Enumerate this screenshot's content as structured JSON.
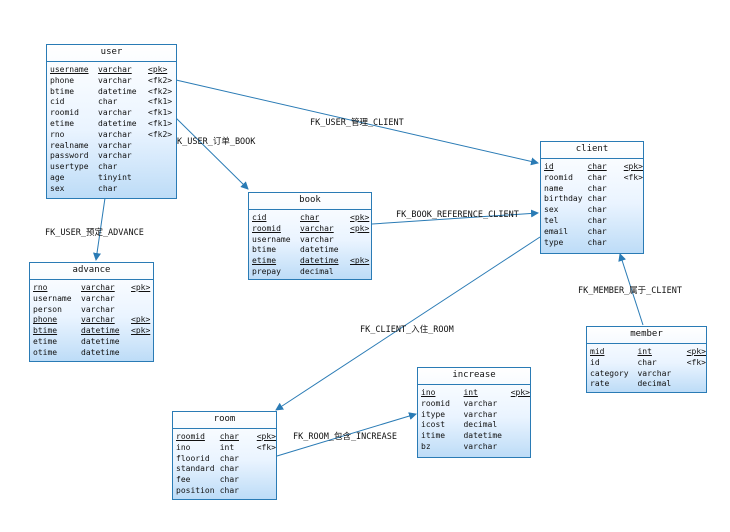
{
  "entities": {
    "user": {
      "title": "user",
      "rows": [
        {
          "name": "username",
          "type": "varchar",
          "key": "<pk>",
          "u": true
        },
        {
          "name": "phone",
          "type": "varchar",
          "key": "<fk2>"
        },
        {
          "name": "btime",
          "type": "datetime",
          "key": "<fk2>"
        },
        {
          "name": "cid",
          "type": "char",
          "key": "<fk1>"
        },
        {
          "name": "roomid",
          "type": "varchar",
          "key": "<fk1>"
        },
        {
          "name": "etime",
          "type": "datetime",
          "key": "<fk1>"
        },
        {
          "name": "rno",
          "type": "varchar",
          "key": "<fk2>"
        },
        {
          "name": "realname",
          "type": "varchar",
          "key": ""
        },
        {
          "name": "password",
          "type": "varchar",
          "key": ""
        },
        {
          "name": "usertype",
          "type": "char",
          "key": ""
        },
        {
          "name": "age",
          "type": "tinyint",
          "key": ""
        },
        {
          "name": "sex",
          "type": "char",
          "key": ""
        }
      ]
    },
    "client": {
      "title": "client",
      "rows": [
        {
          "name": "id",
          "type": "char",
          "key": "<pk>",
          "u": true
        },
        {
          "name": "roomid",
          "type": "char",
          "key": "<fk>"
        },
        {
          "name": "name",
          "type": "char",
          "key": ""
        },
        {
          "name": "birthday",
          "type": "char",
          "key": ""
        },
        {
          "name": "sex",
          "type": "char",
          "key": ""
        },
        {
          "name": "tel",
          "type": "char",
          "key": ""
        },
        {
          "name": "email",
          "type": "char",
          "key": ""
        },
        {
          "name": "type",
          "type": "char",
          "key": ""
        }
      ]
    },
    "book": {
      "title": "book",
      "rows": [
        {
          "name": "cid",
          "type": "char",
          "key": "<pk>",
          "u": true
        },
        {
          "name": "roomid",
          "type": "varchar",
          "key": "<pk>",
          "u": true
        },
        {
          "name": "username",
          "type": "varchar",
          "key": ""
        },
        {
          "name": "btime",
          "type": "datetime",
          "key": ""
        },
        {
          "name": "etime",
          "type": "datetime",
          "key": "<pk>",
          "u": true
        },
        {
          "name": "prepay",
          "type": "decimal",
          "key": ""
        }
      ]
    },
    "advance": {
      "title": "advance",
      "rows": [
        {
          "name": "rno",
          "type": "varchar",
          "key": "<pk>",
          "u": true
        },
        {
          "name": "username",
          "type": "varchar",
          "key": ""
        },
        {
          "name": "person",
          "type": "varchar",
          "key": ""
        },
        {
          "name": "phone",
          "type": "varchar",
          "key": "<pk>",
          "u": true
        },
        {
          "name": "btime",
          "type": "datetime",
          "key": "<pk>",
          "u": true
        },
        {
          "name": "etime",
          "type": "datetime",
          "key": ""
        },
        {
          "name": "otime",
          "type": "datetime",
          "key": ""
        }
      ]
    },
    "member": {
      "title": "member",
      "rows": [
        {
          "name": "mid",
          "type": "int",
          "key": "<pk>",
          "u": true
        },
        {
          "name": "id",
          "type": "char",
          "key": "<fk>"
        },
        {
          "name": "category",
          "type": "varchar",
          "key": ""
        },
        {
          "name": "rate",
          "type": "decimal",
          "key": ""
        }
      ]
    },
    "increase": {
      "title": "increase",
      "rows": [
        {
          "name": "ino",
          "type": "int",
          "key": "<pk>",
          "u": true
        },
        {
          "name": "roomid",
          "type": "varchar",
          "key": ""
        },
        {
          "name": "itype",
          "type": "varchar",
          "key": ""
        },
        {
          "name": "icost",
          "type": "decimal",
          "key": ""
        },
        {
          "name": "itime",
          "type": "datetime",
          "key": ""
        },
        {
          "name": "bz",
          "type": "varchar",
          "key": ""
        }
      ]
    },
    "room": {
      "title": "room",
      "rows": [
        {
          "name": "roomid",
          "type": "char",
          "key": "<pk>",
          "u": true
        },
        {
          "name": "ino",
          "type": "int",
          "key": "<fk>"
        },
        {
          "name": "floorid",
          "type": "char",
          "key": ""
        },
        {
          "name": "standard",
          "type": "char",
          "key": ""
        },
        {
          "name": "fee",
          "type": "char",
          "key": ""
        },
        {
          "name": "position",
          "type": "char",
          "key": ""
        }
      ]
    }
  },
  "relations": {
    "user_client": "FK_USER_管理_CLIENT",
    "user_book": "K_USER_订单_BOOK",
    "book_client": "FK_BOOK_REFERENCE_CLIENT",
    "user_advance": "FK_USER_预定_ADVANCE",
    "member_client": "FK_MEMBER_属于_CLIENT",
    "client_room": "FK_CLIENT_入住_ROOM",
    "room_increase": "FK_ROOM_包含_INCREASE"
  },
  "colors": {
    "border": "#2a7bb5",
    "line": "#2a7bb5",
    "fill_bottom": "#bddcf7"
  }
}
